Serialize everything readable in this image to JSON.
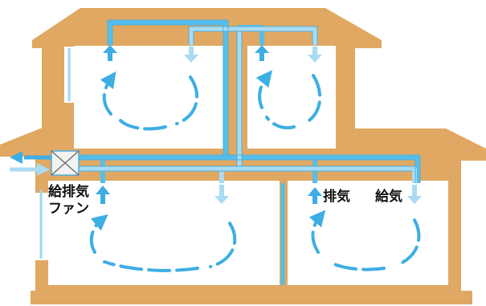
{
  "labels": {
    "fan_line1": "給排気",
    "fan_line2": "ファン",
    "exhaust": "排気",
    "supply": "給気"
  },
  "colors": {
    "wall": "#E0A862",
    "wall_dark": "#D19650",
    "room": "#FFFFFF",
    "exhaust_duct": "#55BEEA",
    "supply_duct": "#A9DBF3",
    "duct_outline": "#5AB6E0",
    "circulation_arrow": "#3DAEE4",
    "fan_box": "#F2F2F2"
  },
  "icons": {
    "fan": "x-box-fan-icon",
    "exhaust_arrow": "arrow-up-icon",
    "supply_arrow": "arrow-down-icon",
    "circulation": "circular-arrow-icon"
  }
}
